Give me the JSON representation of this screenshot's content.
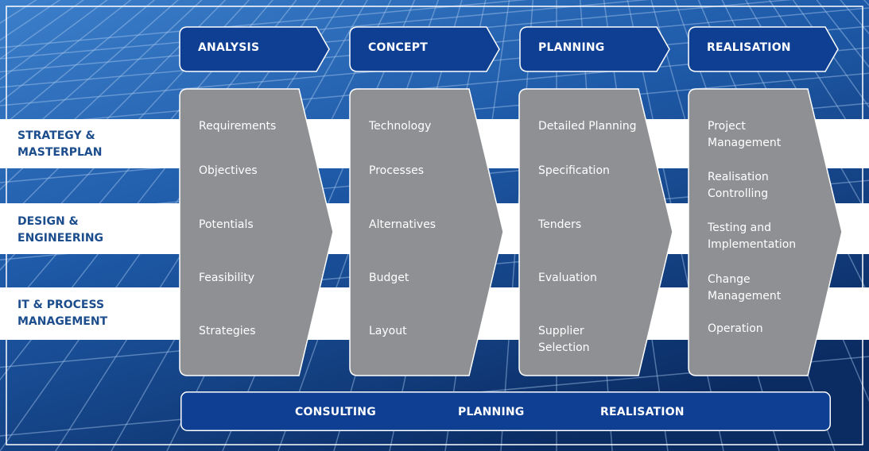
{
  "rows": [
    {
      "label": "STRATEGY & MASTERPLAN"
    },
    {
      "label": "DESIGN & ENGINEERING"
    },
    {
      "label": "IT & PROCESS MANAGEMENT"
    }
  ],
  "phases": [
    {
      "title": "ANALYSIS",
      "items": [
        "Requirements",
        "Objectives",
        "Potentials",
        "Feasibility",
        "Strategies"
      ]
    },
    {
      "title": "CONCEPT",
      "items": [
        "Technology",
        "Processes",
        "Alternatives",
        "Budget",
        "Layout"
      ]
    },
    {
      "title": "PLANNING",
      "items": [
        "Detailed Planning",
        "Specification",
        "Tenders",
        "Evaluation",
        "Supplier Selection"
      ]
    },
    {
      "title": "REALISATION",
      "items": [
        "Project Management",
        "Realisation Controlling",
        "Testing and Implementation",
        "Change Management",
        "Operation"
      ]
    }
  ],
  "footer": {
    "items": [
      "CONSULTING",
      "PLANNING",
      "REALISATION"
    ]
  },
  "colors": {
    "background_dark": "#0d2f66",
    "background_light": "#2f73c0",
    "header_fill": "#0e3f93",
    "chevron_fill": "#8e9093",
    "band_fill": "#ffffff",
    "row_label_text": "#1c4d8c",
    "outline": "#ffffff"
  }
}
